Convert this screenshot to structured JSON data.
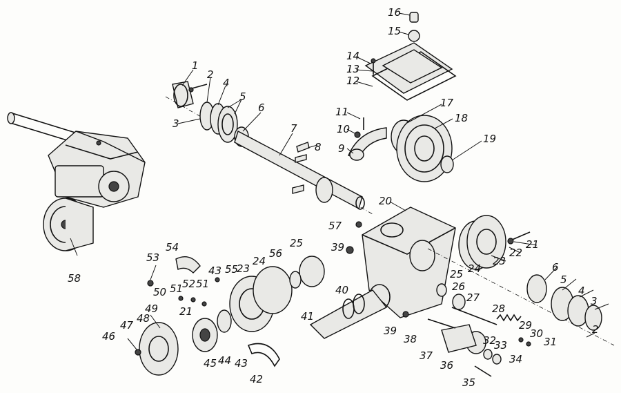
{
  "labels": [
    "1",
    "2",
    "3",
    "4",
    "5",
    "6",
    "7",
    "8",
    "9",
    "10",
    "11",
    "12",
    "13",
    "14",
    "15",
    "16",
    "17",
    "18",
    "19",
    "20",
    "21",
    "22",
    "23",
    "24",
    "25",
    "26",
    "27",
    "28",
    "29",
    "30",
    "31",
    "32",
    "33",
    "34",
    "35",
    "36",
    "37",
    "38",
    "39",
    "40",
    "41",
    "42",
    "43",
    "44",
    "45",
    "46",
    "47",
    "48",
    "49",
    "50",
    "51",
    "52",
    "53",
    "54",
    "55",
    "56",
    "57",
    "58"
  ]
}
